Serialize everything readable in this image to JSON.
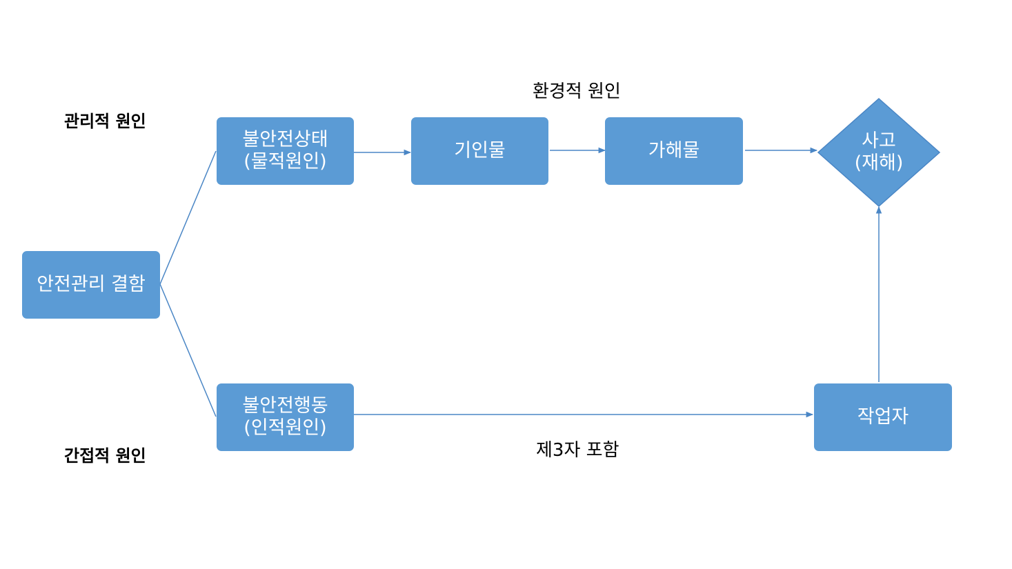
{
  "labels": {
    "management_cause": "관리적 원인",
    "indirect_cause": "간접적 원인",
    "environmental_cause": "환경적 원인",
    "third_party_included": "제3자 포함"
  },
  "nodes": {
    "safety_management_defect": "안전관리 결함",
    "unsafe_condition_line1": "불안전상태",
    "unsafe_condition_line2": "(물적원인)",
    "unsafe_act_line1": "불안전행동",
    "unsafe_act_line2": "(인적원인)",
    "cause_object": "기인물",
    "harmful_object": "가해물",
    "accident_line1": "사고",
    "accident_line2": "(재해)",
    "worker": "작업자"
  },
  "colors": {
    "node_fill": "#5b9bd5",
    "connector": "#4a86c5",
    "node_text": "#ffffff"
  }
}
